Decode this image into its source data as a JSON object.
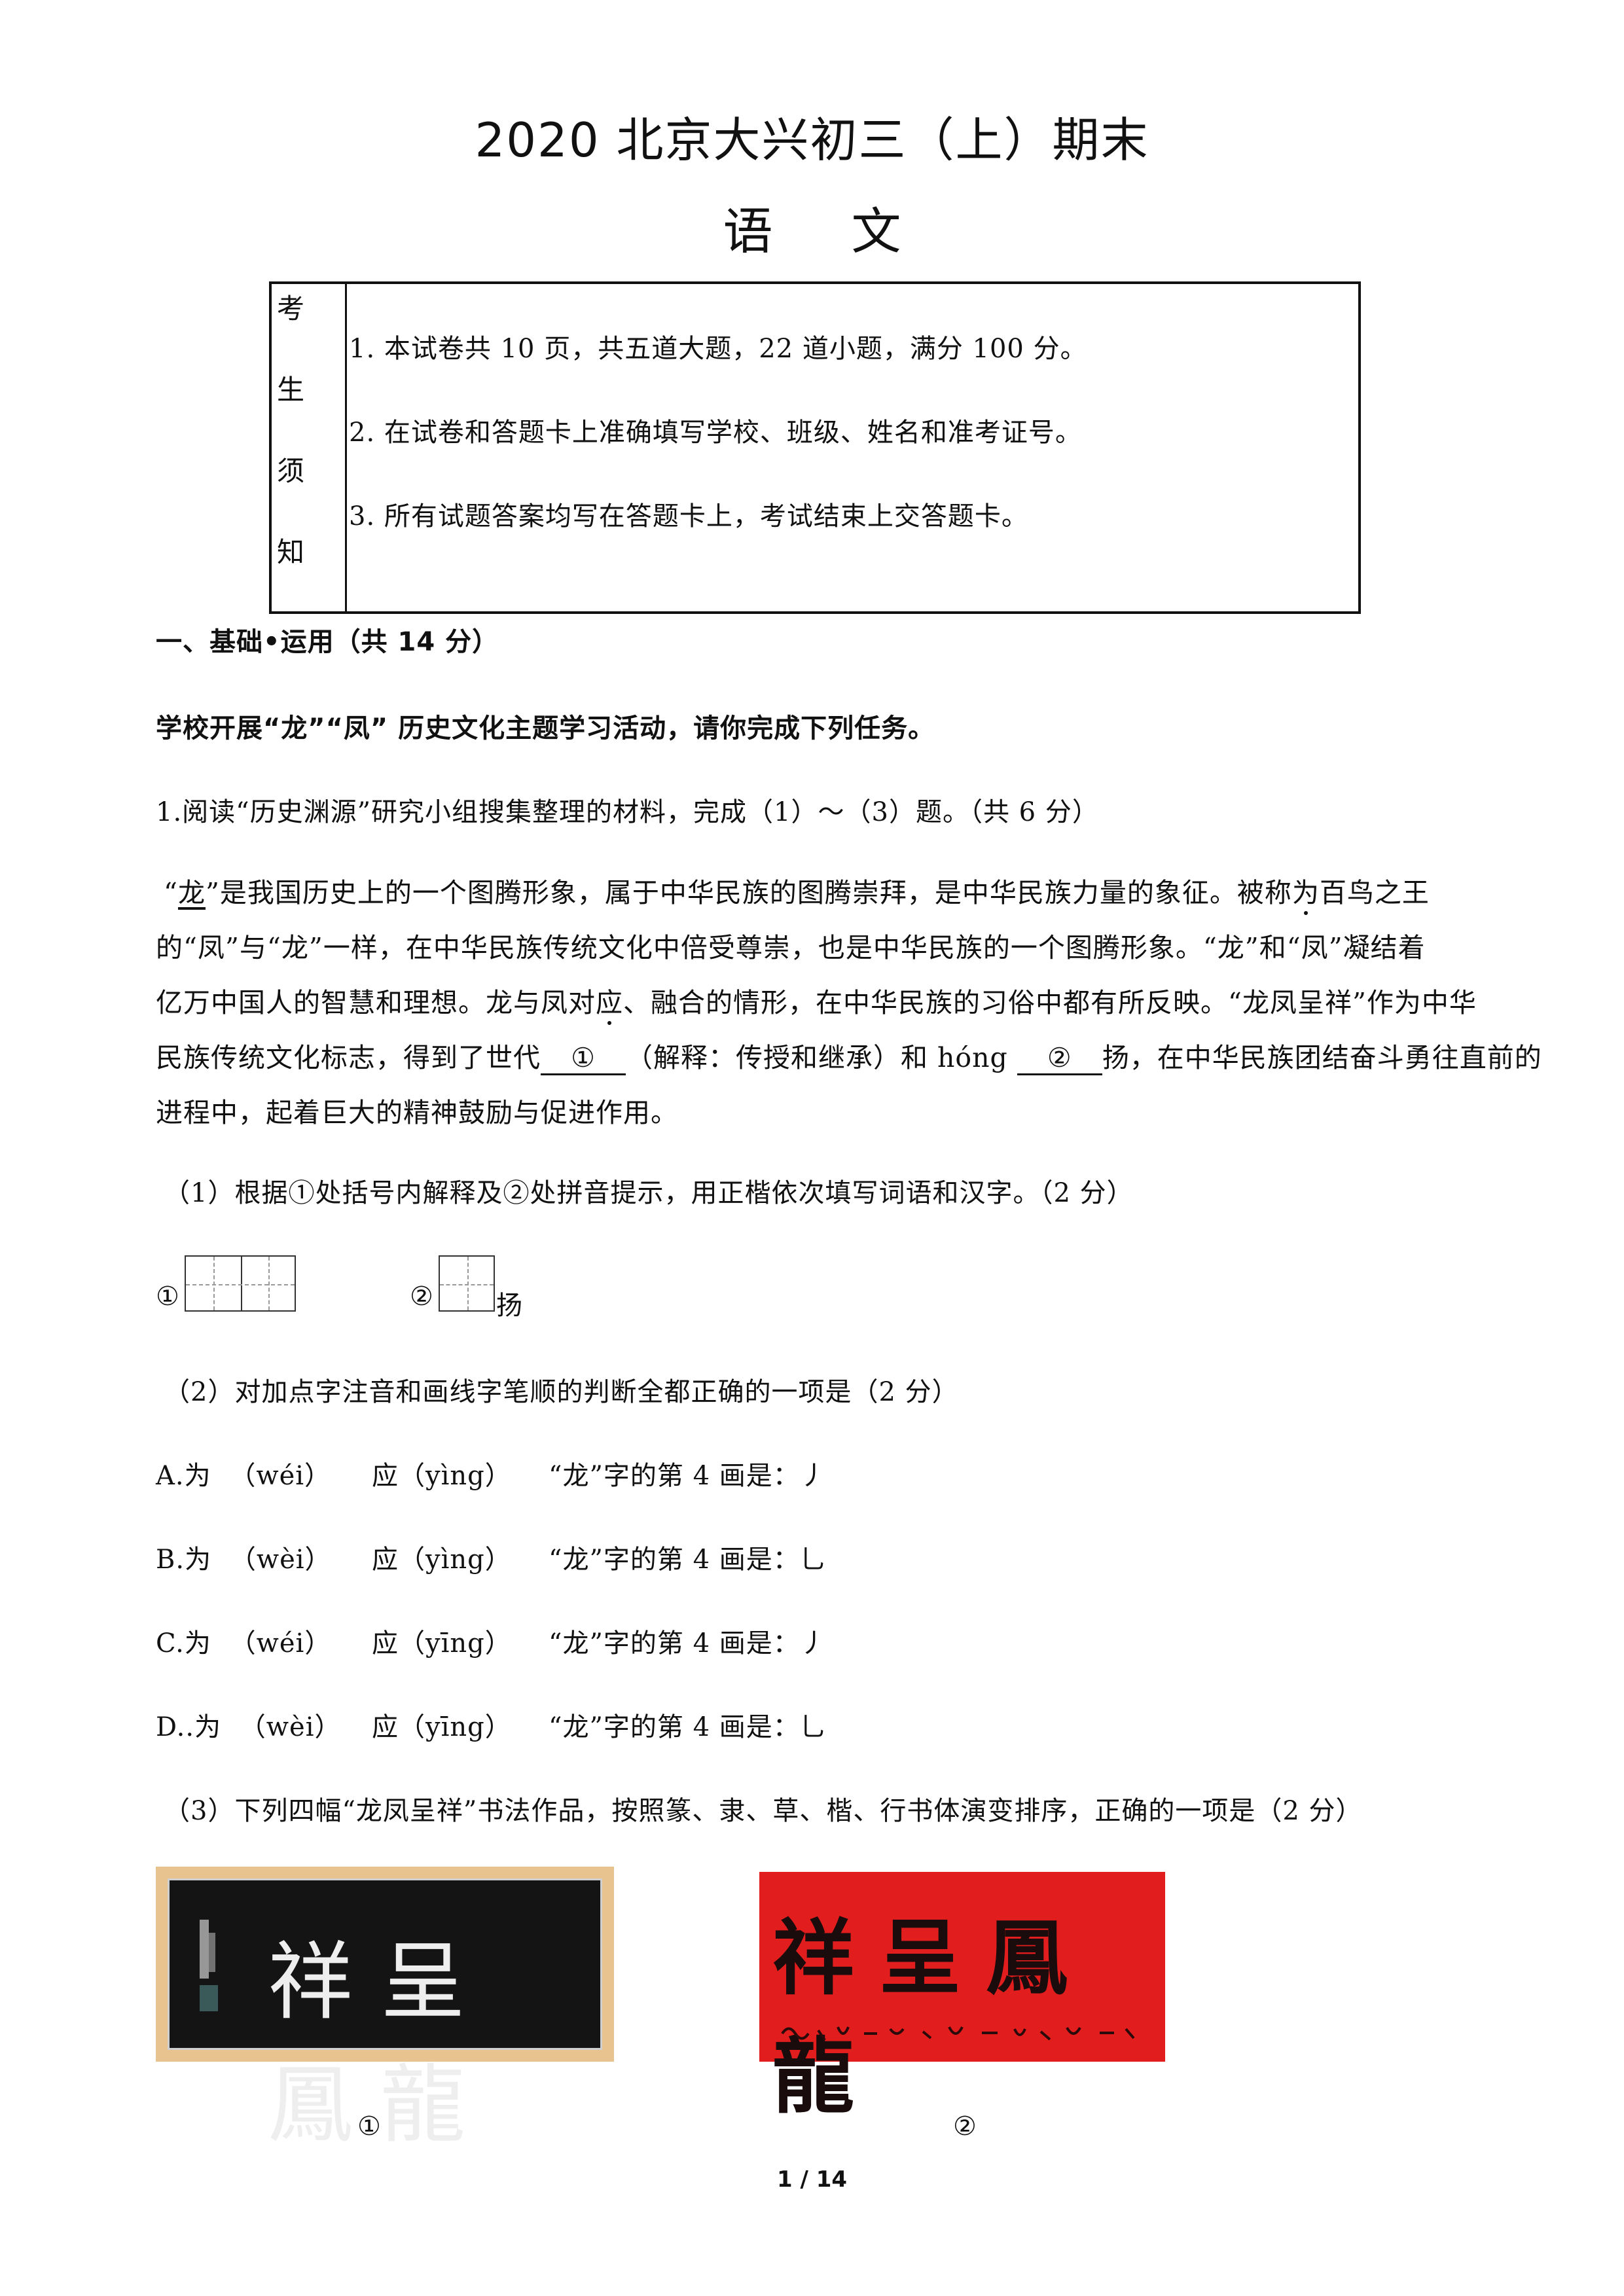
{
  "header": {
    "title": "2020 北京大兴初三（上）期末",
    "subject": "语文"
  },
  "notice": {
    "label": [
      "考",
      "生",
      "须",
      "知"
    ],
    "items": [
      "1. 本试卷共 10 页，共五道大题，22 道小题，满分 100 分。",
      "2. 在试卷和答题卡上准确填写学校、班级、姓名和准考证号。",
      "3. 所有试题答案均写在答题卡上，考试结束上交答题卡。"
    ]
  },
  "section1": {
    "heading": "一、基础•运用（共 14 分）",
    "intro": "学校开展“龙”“凤” 历史文化主题学习活动，请你完成下列任务。",
    "q1_stem": "1.阅读“历史渊源”研究小组搜集整理的材料，完成（1）～（3）题。（共 6 分）"
  },
  "passage": {
    "line1_a": "“",
    "line1_long": "龙",
    "line1_b": "”是我国历史上的一个图腾形象，属于中华民族的图腾崇拜，是中华民族力量的象征。被称",
    "line1_wei": "为",
    "line1_c": "百鸟之王",
    "line2": "的“凤”与“龙”一样，在中华民族传统文化中倍受尊崇，也是中华民族的一个图腾形象。“龙”和“凤”凝结着",
    "line3_a": "亿万中国人的智慧和理想。龙与凤对",
    "line3_ying": "应",
    "line3_b": "、融合的情形，在中华民族的习俗中都有所反映。“龙凤呈祥”作为中华",
    "line4_a": "民族传统文化标志，得到了世代",
    "blank1": "①",
    "line4_b": "（解释：传授和继承）和 hóng ",
    "blank2": "②",
    "line4_c": "扬，在中华民族团结奋斗勇往直前的",
    "line5": "进程中，起着巨大的精神鼓励与促进作用。"
  },
  "q1_1": {
    "stem": "（1）根据①处括号内解释及②处拼音提示，用正楷依次填写词语和汉字。（2 分）",
    "box1_label": "①",
    "box2_label": "②",
    "box2_suffix": "扬"
  },
  "q1_2": {
    "stem": "（2）对加点字注音和画线字笔顺的判断全都正确的一项是（2 分）",
    "options": [
      {
        "letter": "A.为",
        "wei": "（wéi）",
        "ying": "应（yìng）",
        "stroke": "“龙”字的第 4 画是：丿"
      },
      {
        "letter": "B.为",
        "wei": "（wèi）",
        "ying": "应（yìng）",
        "stroke": "“龙”字的第 4 画是：乚"
      },
      {
        "letter": "C.为",
        "wei": "（wéi）",
        "ying": "应（yīng）",
        "stroke": "“龙”字的第 4 画是：丿"
      },
      {
        "letter": "D..为",
        "wei": "（wèi）",
        "ying": "应（yīng）",
        "stroke": "“龙”字的第 4 画是：乚"
      }
    ]
  },
  "q1_3": {
    "stem": "（3）下列四幅“龙凤呈祥”书法作品，按照篆、隶、草、楷、行书体演变排序，正确的一项是（2 分）",
    "art1_text": "祥呈鳳龍",
    "art2_text": "祥呈鳳龍",
    "art1_label": "①",
    "art2_label": "②"
  },
  "footer": {
    "page": "1 / 14"
  },
  "colors": {
    "art1_frame": "#e8c28f",
    "art1_bg": "#141414",
    "art2_bg": "#e21d1d"
  }
}
